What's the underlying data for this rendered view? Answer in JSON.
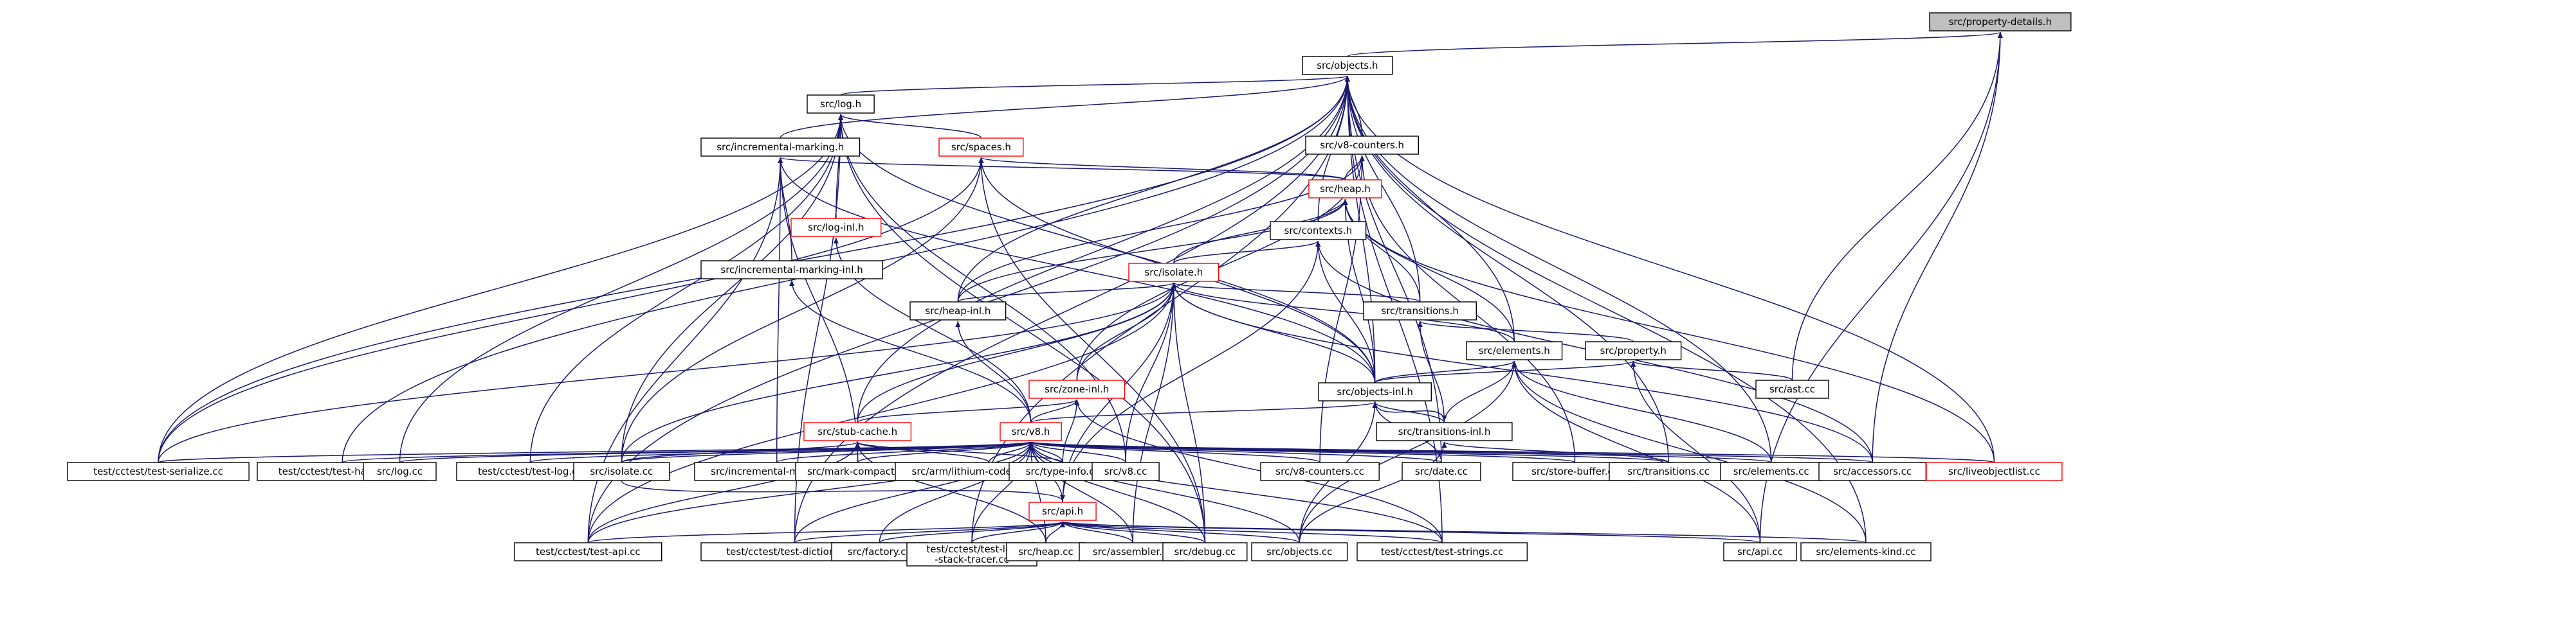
{
  "colors": {
    "edge": "#191970",
    "node_fill": "#ffffff",
    "node_border": "#000000",
    "root_fill": "#bfbfbf",
    "incomplete_border": "#ff0000",
    "text": "#000000"
  },
  "graph": {
    "root": "prop_details",
    "nodes": [
      {
        "id": "prop_details",
        "label": "src/property-details.h",
        "style": "root"
      },
      {
        "id": "objects_h",
        "label": "src/objects.h",
        "style": "normal"
      },
      {
        "id": "log_h",
        "label": "src/log.h",
        "style": "normal"
      },
      {
        "id": "spaces_h",
        "label": "src/spaces.h",
        "style": "incomplete"
      },
      {
        "id": "incmark_h",
        "label": "src/incremental-marking.h",
        "style": "normal"
      },
      {
        "id": "v8counters_h",
        "label": "src/v8-counters.h",
        "style": "normal"
      },
      {
        "id": "heap_h",
        "label": "src/heap.h",
        "style": "incomplete"
      },
      {
        "id": "loginl_h",
        "label": "src/log-inl.h",
        "style": "incomplete"
      },
      {
        "id": "contexts_h",
        "label": "src/contexts.h",
        "style": "normal"
      },
      {
        "id": "incmarkinl_h",
        "label": "src/incremental-marking-inl.h",
        "style": "normal"
      },
      {
        "id": "isolate_h",
        "label": "src/isolate.h",
        "style": "incomplete"
      },
      {
        "id": "heapinl_h",
        "label": "src/heap-inl.h",
        "style": "normal"
      },
      {
        "id": "transitions_h",
        "label": "src/transitions.h",
        "style": "normal"
      },
      {
        "id": "elements_h",
        "label": "src/elements.h",
        "style": "normal"
      },
      {
        "id": "property_h",
        "label": "src/property.h",
        "style": "normal"
      },
      {
        "id": "ast_cc",
        "label": "src/ast.cc",
        "style": "normal"
      },
      {
        "id": "zoneinl_h",
        "label": "src/zone-inl.h",
        "style": "incomplete"
      },
      {
        "id": "objectsinl_h",
        "label": "src/objects-inl.h",
        "style": "normal"
      },
      {
        "id": "stubcache_h",
        "label": "src/stub-cache.h",
        "style": "incomplete"
      },
      {
        "id": "v8_h",
        "label": "src/v8.h",
        "style": "incomplete"
      },
      {
        "id": "transinl_h",
        "label": "src/transitions-inl.h",
        "style": "normal"
      },
      {
        "id": "t_serialize",
        "label": "test/cctest/test-serialize.cc",
        "style": "normal"
      },
      {
        "id": "t_hashing",
        "label": "test/cctest/test-hashing.cc",
        "style": "normal"
      },
      {
        "id": "log_cc",
        "label": "src/log.cc",
        "style": "normal"
      },
      {
        "id": "t_log",
        "label": "test/cctest/test-log.cc",
        "style": "normal"
      },
      {
        "id": "isolate_cc",
        "label": "src/isolate.cc",
        "style": "normal"
      },
      {
        "id": "incmark_cc",
        "label": "src/incremental-marking.cc",
        "style": "normal"
      },
      {
        "id": "markcompact_cc",
        "label": "src/mark-compact.cc",
        "style": "normal"
      },
      {
        "id": "lithium_cc",
        "label": "src/arm/lithium-codegen-arm.cc",
        "style": "normal"
      },
      {
        "id": "typeinfo_cc",
        "label": "src/type-info.cc",
        "style": "normal"
      },
      {
        "id": "v8_cc",
        "label": "src/v8.cc",
        "style": "normal"
      },
      {
        "id": "api_h",
        "label": "src/api.h",
        "style": "incomplete"
      },
      {
        "id": "v8counters_cc",
        "label": "src/v8-counters.cc",
        "style": "normal"
      },
      {
        "id": "date_cc",
        "label": "src/date.cc",
        "style": "normal"
      },
      {
        "id": "storebuf_cc",
        "label": "src/store-buffer.cc",
        "style": "normal"
      },
      {
        "id": "transitions_cc",
        "label": "src/transitions.cc",
        "style": "normal"
      },
      {
        "id": "elements_cc",
        "label": "src/elements.cc",
        "style": "normal"
      },
      {
        "id": "accessors_cc",
        "label": "src/accessors.cc",
        "style": "normal"
      },
      {
        "id": "liveobj_cc",
        "label": "src/liveobjectlist.cc",
        "style": "incomplete"
      },
      {
        "id": "t_api",
        "label": "test/cctest/test-api.cc",
        "style": "normal"
      },
      {
        "id": "t_dict",
        "label": "test/cctest/test-dictionary.cc",
        "style": "normal"
      },
      {
        "id": "factory_cc",
        "label": "src/factory.cc",
        "style": "normal"
      },
      {
        "id": "t_logst",
        "label": "test/cctest/test-log-stack-tracer.cc",
        "style": "normal"
      },
      {
        "id": "heap_cc",
        "label": "src/heap.cc",
        "style": "normal"
      },
      {
        "id": "assembler_cc",
        "label": "src/assembler.cc",
        "style": "normal"
      },
      {
        "id": "debug_cc",
        "label": "src/debug.cc",
        "style": "normal"
      },
      {
        "id": "objects_cc",
        "label": "src/objects.cc",
        "style": "normal"
      },
      {
        "id": "t_strings",
        "label": "test/cctest/test-strings.cc",
        "style": "normal"
      },
      {
        "id": "api_cc",
        "label": "src/api.cc",
        "style": "normal"
      },
      {
        "id": "elemkind_cc",
        "label": "src/elements-kind.cc",
        "style": "normal"
      }
    ],
    "edges": [
      [
        "objects_h",
        "prop_details"
      ],
      [
        "ast_cc",
        "prop_details"
      ],
      [
        "accessors_cc",
        "prop_details"
      ],
      [
        "api_cc",
        "prop_details"
      ],
      [
        "log_h",
        "objects_h"
      ],
      [
        "incmark_h",
        "objects_h"
      ],
      [
        "v8counters_h",
        "objects_h"
      ],
      [
        "contexts_h",
        "objects_h"
      ],
      [
        "heapinl_h",
        "objects_h"
      ],
      [
        "transitions_h",
        "objects_h"
      ],
      [
        "elements_h",
        "objects_h"
      ],
      [
        "objectsinl_h",
        "objects_h"
      ],
      [
        "stubcache_h",
        "objects_h"
      ],
      [
        "t_serialize",
        "objects_h"
      ],
      [
        "t_hashing",
        "objects_h"
      ],
      [
        "t_api",
        "objects_h"
      ],
      [
        "t_dict",
        "objects_h"
      ],
      [
        "t_logst",
        "objects_h"
      ],
      [
        "date_cc",
        "objects_h"
      ],
      [
        "transitions_cc",
        "objects_h"
      ],
      [
        "elements_cc",
        "objects_h"
      ],
      [
        "liveobj_cc",
        "objects_h"
      ],
      [
        "t_strings",
        "objects_h"
      ],
      [
        "elemkind_cc",
        "objects_h"
      ],
      [
        "spaces_h",
        "log_h"
      ],
      [
        "loginl_h",
        "log_h"
      ],
      [
        "log_cc",
        "log_h"
      ],
      [
        "t_log",
        "log_h"
      ],
      [
        "isolate_cc",
        "log_h"
      ],
      [
        "t_serialize",
        "log_h"
      ],
      [
        "t_dict",
        "log_h"
      ],
      [
        "objectsinl_h",
        "log_h"
      ],
      [
        "v8_cc",
        "log_h"
      ],
      [
        "debug_cc",
        "log_h"
      ],
      [
        "heap_h",
        "spaces_h"
      ],
      [
        "objectsinl_h",
        "spaces_h"
      ],
      [
        "t_serialize",
        "spaces_h"
      ],
      [
        "isolate_cc",
        "spaces_h"
      ],
      [
        "debug_cc",
        "spaces_h"
      ],
      [
        "heap_h",
        "incmark_h"
      ],
      [
        "incmarkinl_h",
        "incmark_h"
      ],
      [
        "objectsinl_h",
        "incmark_h"
      ],
      [
        "incmark_cc",
        "incmark_h"
      ],
      [
        "markcompact_cc",
        "incmark_h"
      ],
      [
        "t_api",
        "incmark_h"
      ],
      [
        "heap_h",
        "v8counters_h"
      ],
      [
        "zoneinl_h",
        "v8counters_h"
      ],
      [
        "heapinl_h",
        "v8counters_h"
      ],
      [
        "v8counters_cc",
        "v8counters_h"
      ],
      [
        "storebuf_cc",
        "v8counters_h"
      ],
      [
        "contexts_h",
        "heap_h"
      ],
      [
        "isolate_h",
        "heap_h"
      ],
      [
        "heapinl_h",
        "heap_h"
      ],
      [
        "transitions_h",
        "heap_h"
      ],
      [
        "elements_h",
        "heap_h"
      ],
      [
        "objectsinl_h",
        "heap_h"
      ],
      [
        "liveobj_cc",
        "heap_h"
      ],
      [
        "v8_h",
        "loginl_h"
      ],
      [
        "isolate_h",
        "contexts_h"
      ],
      [
        "objectsinl_h",
        "contexts_h"
      ],
      [
        "api_h",
        "contexts_h"
      ],
      [
        "accessors_cc",
        "contexts_h"
      ],
      [
        "v8_h",
        "incmarkinl_h"
      ],
      [
        "heapinl_h",
        "isolate_h"
      ],
      [
        "zoneinl_h",
        "isolate_h"
      ],
      [
        "transitions_h",
        "isolate_h"
      ],
      [
        "elements_h",
        "isolate_h"
      ],
      [
        "objectsinl_h",
        "isolate_h"
      ],
      [
        "stubcache_h",
        "isolate_h"
      ],
      [
        "t_serialize",
        "isolate_h"
      ],
      [
        "isolate_cc",
        "isolate_h"
      ],
      [
        "v8_cc",
        "isolate_h"
      ],
      [
        "api_h",
        "isolate_h"
      ],
      [
        "t_api",
        "isolate_h"
      ],
      [
        "assembler_cc",
        "isolate_h"
      ],
      [
        "debug_cc",
        "isolate_h"
      ],
      [
        "accessors_cc",
        "isolate_h"
      ],
      [
        "v8_h",
        "heapinl_h"
      ],
      [
        "property_h",
        "transitions_h"
      ],
      [
        "transinl_h",
        "transitions_h"
      ],
      [
        "objectsinl_h",
        "elements_h"
      ],
      [
        "transinl_h",
        "elements_h"
      ],
      [
        "objects_cc",
        "elements_h"
      ],
      [
        "elements_cc",
        "elements_h"
      ],
      [
        "api_cc",
        "elements_h"
      ],
      [
        "elemkind_cc",
        "elements_h"
      ],
      [
        "objectsinl_h",
        "property_h"
      ],
      [
        "ast_cc",
        "property_h"
      ],
      [
        "api_cc",
        "property_h"
      ],
      [
        "stubcache_h",
        "zoneinl_h"
      ],
      [
        "v8_h",
        "zoneinl_h"
      ],
      [
        "typeinfo_cc",
        "zoneinl_h"
      ],
      [
        "t_strings",
        "zoneinl_h"
      ],
      [
        "v8_h",
        "objectsinl_h"
      ],
      [
        "transinl_h",
        "objectsinl_h"
      ],
      [
        "date_cc",
        "objectsinl_h"
      ],
      [
        "objects_cc",
        "objectsinl_h"
      ],
      [
        "isolate_cc",
        "stubcache_h"
      ],
      [
        "markcompact_cc",
        "stubcache_h"
      ],
      [
        "lithium_cc",
        "stubcache_h"
      ],
      [
        "typeinfo_cc",
        "stubcache_h"
      ],
      [
        "t_api",
        "stubcache_h"
      ],
      [
        "heap_cc",
        "stubcache_h"
      ],
      [
        "t_serialize",
        "v8_h"
      ],
      [
        "t_hashing",
        "v8_h"
      ],
      [
        "log_cc",
        "v8_h"
      ],
      [
        "t_log",
        "v8_h"
      ],
      [
        "isolate_cc",
        "v8_h"
      ],
      [
        "incmark_cc",
        "v8_h"
      ],
      [
        "markcompact_cc",
        "v8_h"
      ],
      [
        "lithium_cc",
        "v8_h"
      ],
      [
        "typeinfo_cc",
        "v8_h"
      ],
      [
        "v8_cc",
        "v8_h"
      ],
      [
        "api_h",
        "v8_h"
      ],
      [
        "v8counters_cc",
        "v8_h"
      ],
      [
        "date_cc",
        "v8_h"
      ],
      [
        "storebuf_cc",
        "v8_h"
      ],
      [
        "transitions_cc",
        "v8_h"
      ],
      [
        "elements_cc",
        "v8_h"
      ],
      [
        "accessors_cc",
        "v8_h"
      ],
      [
        "liveobj_cc",
        "v8_h"
      ],
      [
        "t_api",
        "v8_h"
      ],
      [
        "t_dict",
        "v8_h"
      ],
      [
        "factory_cc",
        "v8_h"
      ],
      [
        "t_logst",
        "v8_h"
      ],
      [
        "heap_cc",
        "v8_h"
      ],
      [
        "assembler_cc",
        "v8_h"
      ],
      [
        "debug_cc",
        "v8_h"
      ],
      [
        "objects_cc",
        "v8_h"
      ],
      [
        "t_strings",
        "v8_h"
      ],
      [
        "objectsinl_h",
        "transinl_h"
      ],
      [
        "transitions_cc",
        "transinl_h"
      ],
      [
        "objects_cc",
        "transinl_h"
      ],
      [
        "t_api",
        "api_h"
      ],
      [
        "t_dict",
        "api_h"
      ],
      [
        "factory_cc",
        "api_h"
      ],
      [
        "t_logst",
        "api_h"
      ],
      [
        "heap_cc",
        "api_h"
      ],
      [
        "assembler_cc",
        "api_h"
      ],
      [
        "debug_cc",
        "api_h"
      ],
      [
        "objects_cc",
        "api_h"
      ],
      [
        "t_strings",
        "api_h"
      ],
      [
        "api_cc",
        "api_h"
      ],
      [
        "elemkind_cc",
        "api_h"
      ],
      [
        "isolate_cc",
        "api_h"
      ]
    ]
  }
}
